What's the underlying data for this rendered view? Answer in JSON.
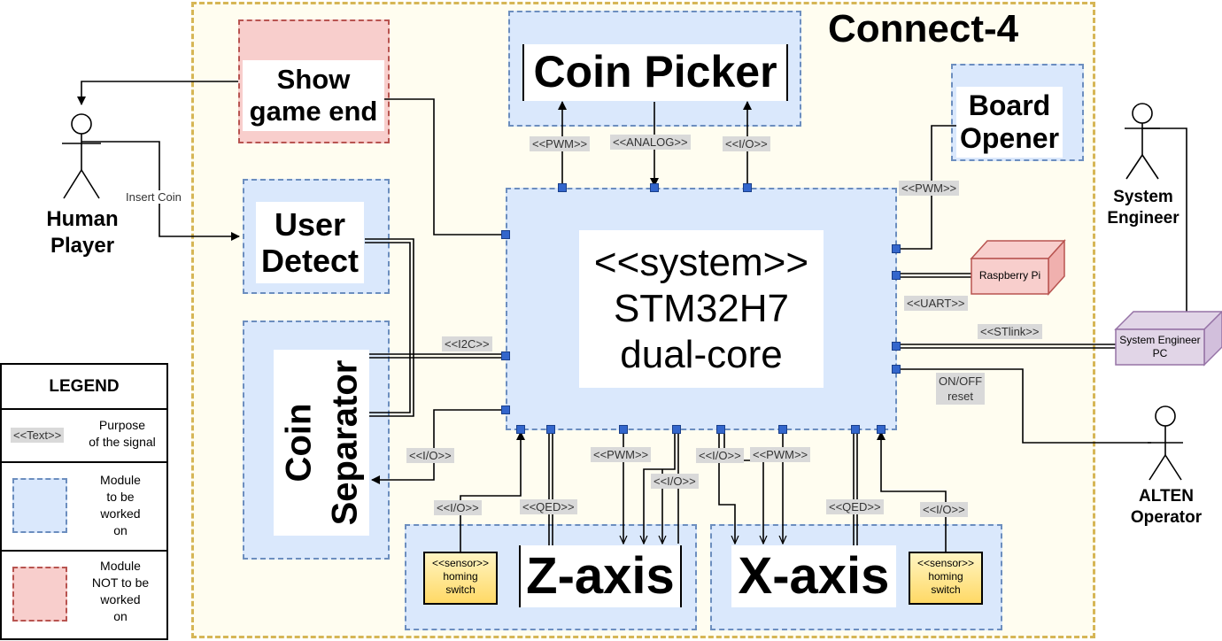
{
  "title": "Connect-4",
  "system": {
    "text": "<<system>>\nSTM32H7\ndual-core"
  },
  "modules": {
    "coin_picker": "Coin Picker",
    "board_opener": "Board\nOpener",
    "show_game_end": "Show\ngame end",
    "user_detect": "User\nDetect",
    "coin_separator": "Coin\nSeparator",
    "z_axis": "Z-axis",
    "x_axis": "X-axis",
    "raspberry_pi": "Raspberry Pi",
    "system_engineer_pc": "System Engineer\nPC"
  },
  "sensors": {
    "z_sensor": "<<sensor>>\nhoming\nswitch",
    "x_sensor": "<<sensor>>\nhoming\nswitch"
  },
  "actors": {
    "human_player": "Human\nPlayer",
    "system_engineer": "System\nEngineer",
    "alten_operator": "ALTEN\nOperator"
  },
  "signals": {
    "cp_pwm": "<<PWM>>",
    "cp_analog": "<<ANALOG>>",
    "cp_io": "<<I/O>>",
    "bo_pwm": "<<PWM>>",
    "uart": "<<UART>>",
    "stlink": "<<STlink>>",
    "on_off": "ON/OFF\nreset",
    "i2c": "<<I2C>>",
    "cs_io": "<<I/O>>",
    "z_io": "<<I/O>>",
    "z_qed": "<<QED>>",
    "z_pwm": "<<PWM>>",
    "z_io2": "<<I/O>>",
    "x_io": "<<I/O>>",
    "x_pwm": "<<PWM>>",
    "x_qed": "<<QED>>",
    "x_io2": "<<I/O>>",
    "insert_coin": "Insert Coin"
  },
  "legend": {
    "title": "LEGEND",
    "sample_signal": "<<Text>>",
    "signal_desc": "Purpose\nof the signal",
    "module_blue_desc": "Module\nto be\nworked\non",
    "module_red_desc": "Module\nNOT to be\nworked\non"
  },
  "colors": {
    "module_fill": "#dae8fc",
    "module_border": "#6c8ebf",
    "not_module_fill": "#f8cecc",
    "not_module_border": "#b85450",
    "boundary": "#d6b656",
    "port": "#3366cc",
    "pc_fill": "#e1d5e7",
    "sensor_fill": "#ffd966"
  }
}
